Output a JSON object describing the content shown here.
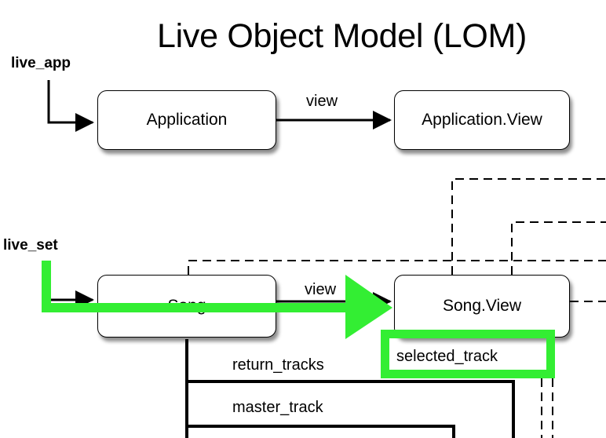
{
  "title": "Live Object Model (LOM)",
  "entry_points": {
    "live_app": "live_app",
    "live_set": "live_set"
  },
  "nodes": {
    "application": "Application",
    "application_view": "Application.View",
    "song": "Song",
    "song_view": "Song.View"
  },
  "edge_labels": {
    "app_view": "view",
    "song_view": "view",
    "selected_track": "selected_track",
    "return_tracks": "return_tracks",
    "master_track": "master_track"
  },
  "colors": {
    "highlight": "#33ee33",
    "line": "#000000"
  }
}
